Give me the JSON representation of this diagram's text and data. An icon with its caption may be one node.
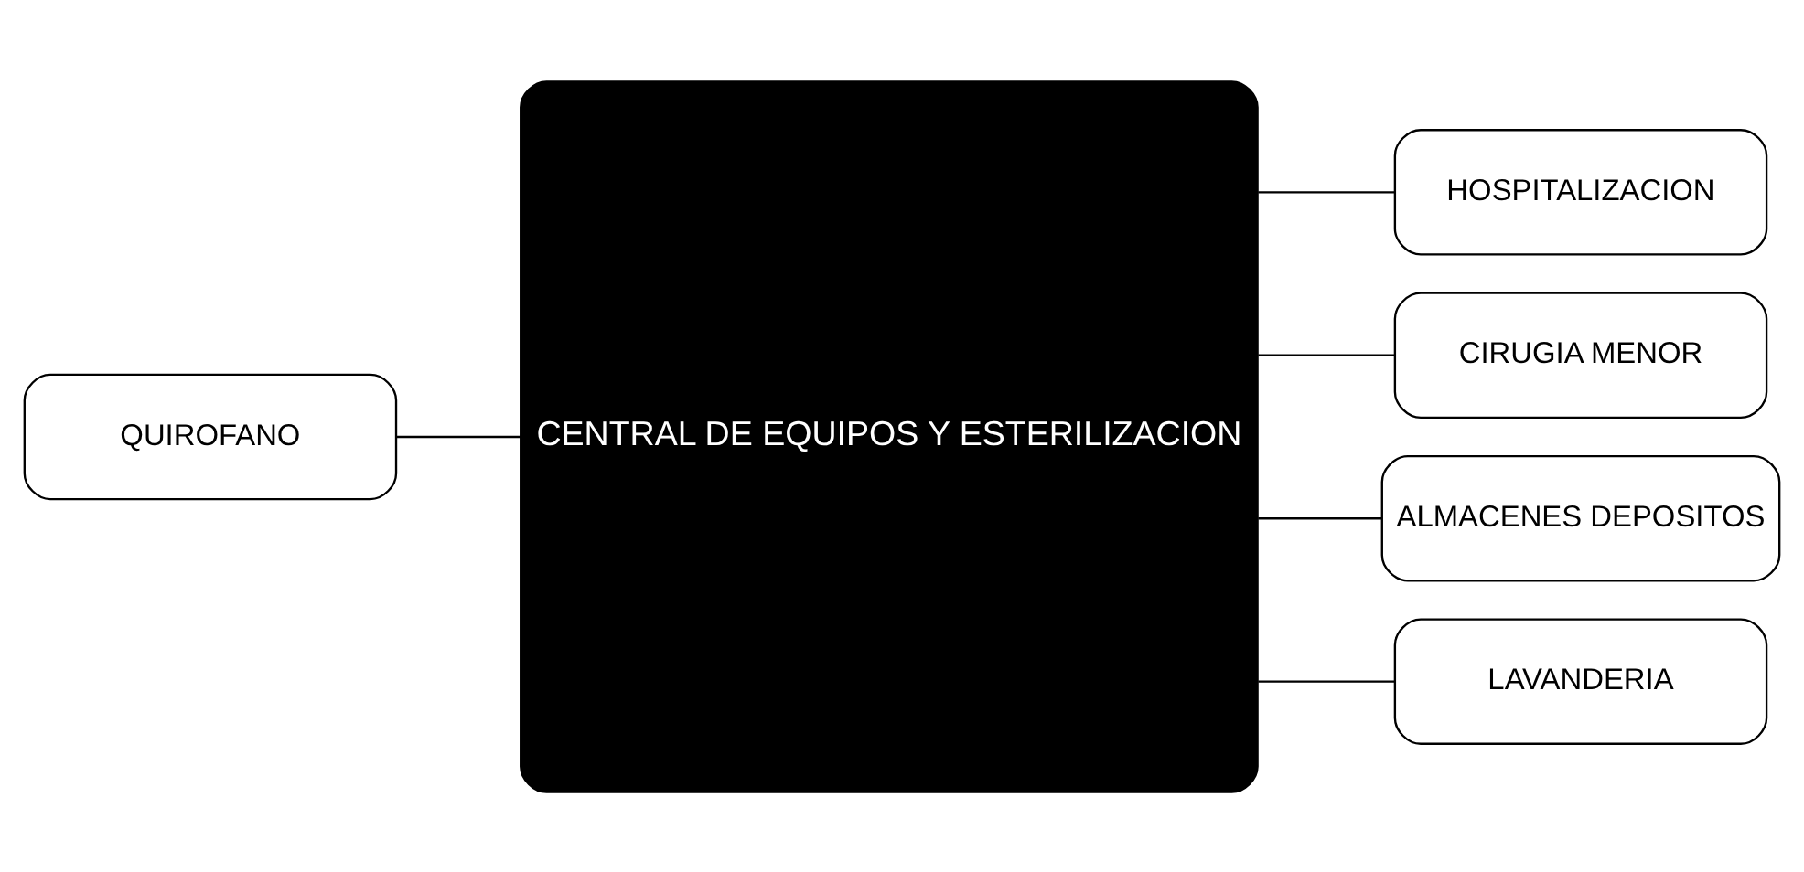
{
  "diagram": {
    "nodes": [
      {
        "text": [
          "QUIROFANO"
        ]
      },
      {
        "text": [
          "CENTRAL DE EQUIPOS Y ESTERILIZACION"
        ]
      },
      {
        "text": [
          "HOSPITALIZACION"
        ]
      },
      {
        "text": [
          "CIRUGIA MENOR"
        ]
      },
      {
        "text": [
          "ALMACENES DEPOSITOS"
        ]
      },
      {
        "text": [
          "LAVANDERIA"
        ]
      }
    ],
    "edges": [
      {
        "from": 0,
        "to": 1,
        "arrow": "none"
      },
      {
        "from": 1,
        "to": 2,
        "arrow": "none"
      },
      {
        "from": 1,
        "to": 3,
        "arrow": "none"
      },
      {
        "from": 1,
        "to": 4,
        "arrow": "none"
      },
      {
        "from": 1,
        "to": 5,
        "arrow": "none"
      }
    ]
  }
}
